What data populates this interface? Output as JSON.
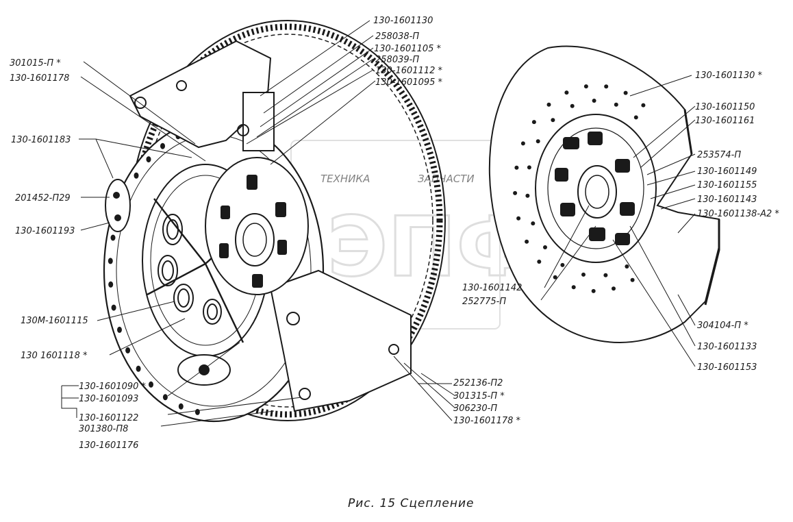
{
  "caption": "Рис. 15  Сцепление",
  "watermark": {
    "left": "ТЕХНИКА",
    "right": "ЗАПЧАСТИ",
    "logo": "ЭПФ"
  },
  "icons": [
    "pressure-plate-drawing",
    "driven-disc-drawing",
    "flywheel-ring-gear-drawing"
  ],
  "labels": {
    "p130_1601130_top": "130-1601130",
    "p258038": "258038-П",
    "p130_1601105": "130-1601105  *",
    "p258039": "258039-П",
    "p130_1601112": "130-1601112  *",
    "p130_1601095": "130-1601095  *",
    "p301015": "301015-П  *",
    "p130_1601178_top": "130-1601178",
    "p130_1601183": "130-1601183",
    "p201452": "201452-П29",
    "p130_1601193": "130-1601193",
    "p130m_1601115": "130М-1601115",
    "p130_1601118": "130  1601118  *",
    "p130_1601090": "130-1601090  *",
    "p130_1601093": "130-1601093",
    "p130_1601122": "130-1601122",
    "p301380": "301380-П8",
    "p130_1601176": "130-1601176",
    "p252136": "252136-П2",
    "p301315": "301315-П  *",
    "p306230": "306230-П",
    "p130_1601178_bot": "130-1601178  *",
    "p130_1601142": "130-1601142",
    "p252775": "252775-П",
    "p130_1601130_right": "130-1601130  *",
    "p130_1601150": "130-1601150",
    "p130_1601161": "130-1601161",
    "p253574": "253574-П",
    "p130_1601149": "130-1601149",
    "p130_1601155": "130-1601155",
    "p130_1601143": "130-1601143",
    "p130_1601138": "130-1601138-А2  *",
    "p304104": "304104-П  *",
    "p130_1601133": "130-1601133",
    "p130_1601153": "130-1601153"
  }
}
